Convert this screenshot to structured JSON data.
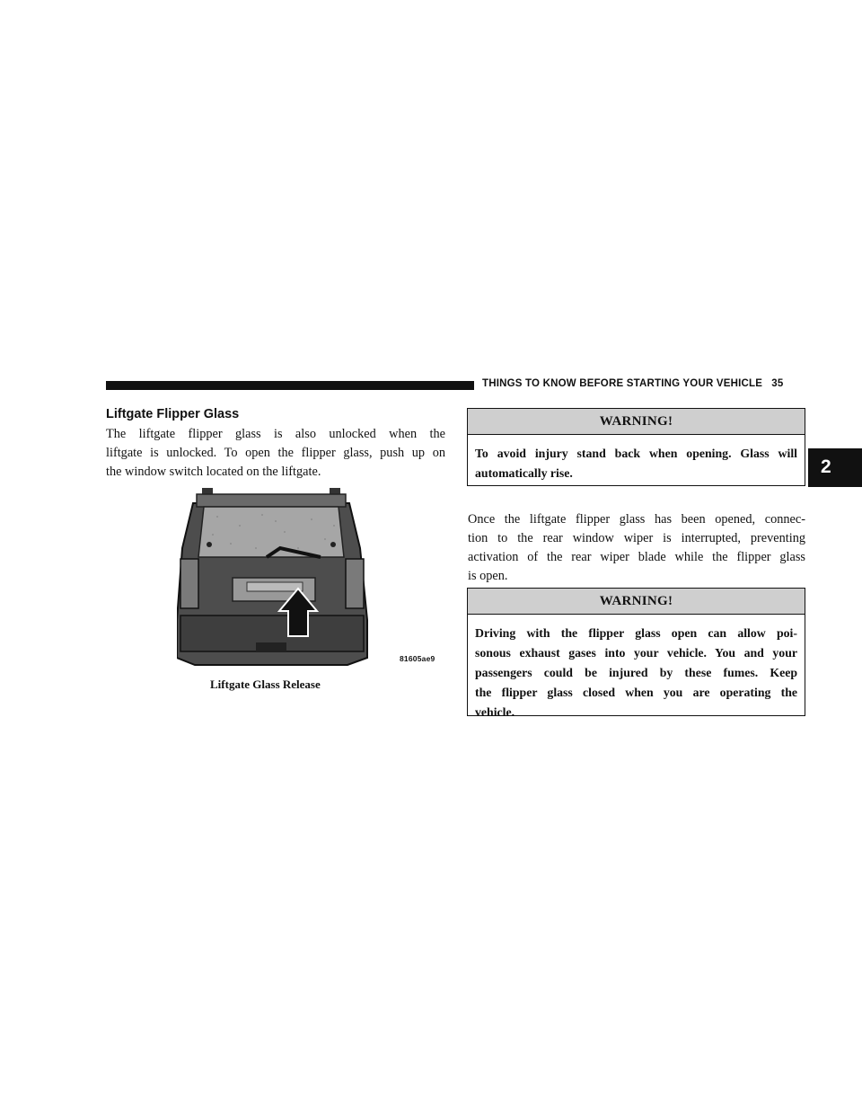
{
  "header": {
    "title": "THINGS TO KNOW BEFORE STARTING YOUR VEHICLE",
    "page_number": "35"
  },
  "chapter_tab": "2",
  "section": {
    "heading": "Liftgate Flipper Glass",
    "intro_lines": [
      "The liftgate flipper glass is also unlocked when the",
      "liftgate is unlocked. To open the flipper glass, push up on",
      "the window switch located on the liftgate."
    ]
  },
  "figure": {
    "code": "81605ae9",
    "caption": "Liftgate Glass Release",
    "icon": "arrow-up-icon"
  },
  "warning1": {
    "title": "WARNING!",
    "lines": [
      "To avoid injury stand back when opening. Glass will",
      "automatically rise."
    ]
  },
  "body_text": {
    "lines": [
      "Once the liftgate flipper glass has been opened, connec-",
      "tion to the rear window wiper is interrupted, preventing",
      "activation of the rear wiper blade while the flipper glass",
      "is open."
    ]
  },
  "warning2": {
    "title": "WARNING!",
    "lines": [
      "Driving with the flipper glass open can allow poi-",
      "sonous exhaust gases into your vehicle. You and your",
      "passengers could be injured by these fumes. Keep",
      "the flipper glass closed when you are operating the",
      "vehicle."
    ]
  },
  "colors": {
    "warning_title_bg": "#cfcfcf",
    "ink": "#111111"
  }
}
